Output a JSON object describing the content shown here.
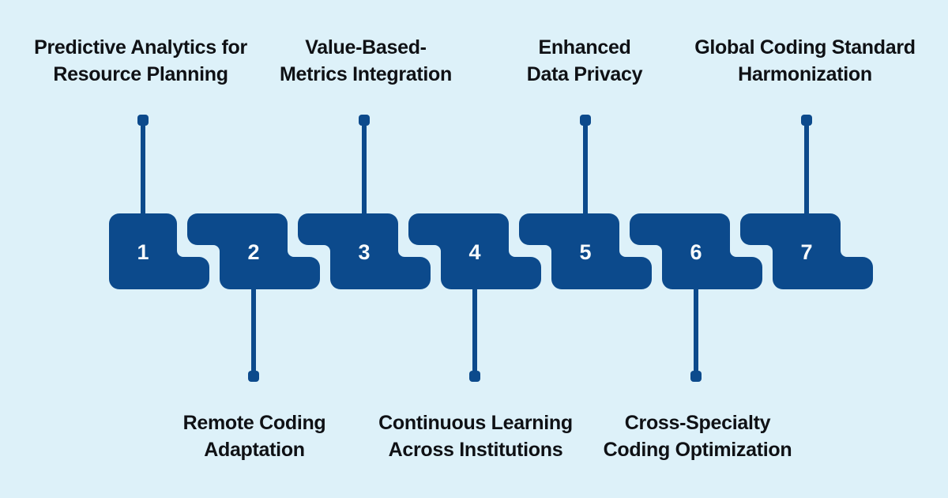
{
  "colors": {
    "background": "#ddf1f9",
    "block": "#0c4a8c",
    "text": "#0f1115",
    "number": "#f7fafc"
  },
  "steps": [
    {
      "number": "1",
      "label": [
        "Predictive Analytics for",
        "Resource Planning"
      ],
      "label_position": "top"
    },
    {
      "number": "2",
      "label": [
        "Remote Coding",
        "Adaptation"
      ],
      "label_position": "bottom"
    },
    {
      "number": "3",
      "label": [
        "Value-Based-",
        "Metrics Integration"
      ],
      "label_position": "top"
    },
    {
      "number": "4",
      "label": [
        "Continuous Learning",
        "Across Institutions"
      ],
      "label_position": "bottom"
    },
    {
      "number": "5",
      "label": [
        "Enhanced",
        "Data Privacy"
      ],
      "label_position": "top"
    },
    {
      "number": "6",
      "label": [
        "Cross-Specialty",
        "Coding Optimization"
      ],
      "label_position": "bottom"
    },
    {
      "number": "7",
      "label": [
        "Global Coding Standard",
        "Harmonization"
      ],
      "label_position": "top"
    }
  ]
}
